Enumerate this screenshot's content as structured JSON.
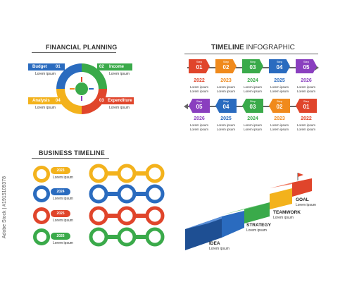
{
  "financial": {
    "title": "FINANCIAL PLANNING",
    "items": [
      {
        "label": "Budget",
        "num": "01",
        "color": "#2a6bbf"
      },
      {
        "label": "Income",
        "num": "02",
        "color": "#3aaa4a"
      },
      {
        "label": "Expenditure",
        "num": "03",
        "color": "#e0452b"
      },
      {
        "label": "Analysis",
        "num": "04",
        "color": "#f3b21c"
      }
    ],
    "lorem": "Lorem ipsum"
  },
  "timeline": {
    "title_bold": "TIMELINE",
    "title_light": " INFOGRAPHIC",
    "step_word": "Step",
    "row1": [
      {
        "num": "01",
        "year": "2022",
        "color": "#e0452b"
      },
      {
        "num": "02",
        "year": "2023",
        "color": "#f08a1c"
      },
      {
        "num": "03",
        "year": "2024",
        "color": "#3aaa4a"
      },
      {
        "num": "04",
        "year": "2025",
        "color": "#2a6bbf"
      },
      {
        "num": "05",
        "year": "2026",
        "color": "#8a3fbf"
      }
    ],
    "row2": [
      {
        "num": "05",
        "year": "2026",
        "color": "#8a3fbf"
      },
      {
        "num": "04",
        "year": "2025",
        "color": "#2a6bbf"
      },
      {
        "num": "03",
        "year": "2024",
        "color": "#3aaa4a"
      },
      {
        "num": "02",
        "year": "2023",
        "color": "#f08a1c"
      },
      {
        "num": "01",
        "year": "2022",
        "color": "#e0452b"
      }
    ],
    "lorem": "Lorem ipsum Lorem ipsum"
  },
  "business": {
    "title": "BUSINESS TIMELINE",
    "years": [
      {
        "year": "2023",
        "color": "#f3b21c"
      },
      {
        "year": "2024",
        "color": "#2a6bbf"
      },
      {
        "year": "2025",
        "color": "#e0452b"
      },
      {
        "year": "2026",
        "color": "#3aaa4a"
      }
    ],
    "lorem": "Lorem ipsum"
  },
  "stairs": {
    "steps": [
      {
        "label": "IDEA",
        "color": "#2a6bbf"
      },
      {
        "label": "STRATEGY",
        "color": "#3aaa4a"
      },
      {
        "label": "TEAMWORK",
        "color": "#f3b21c"
      },
      {
        "label": "GOAL",
        "color": "#e0452b"
      }
    ],
    "lorem": "Lorem ipsum"
  },
  "watermark": "Adobe Stock | #1915109378"
}
